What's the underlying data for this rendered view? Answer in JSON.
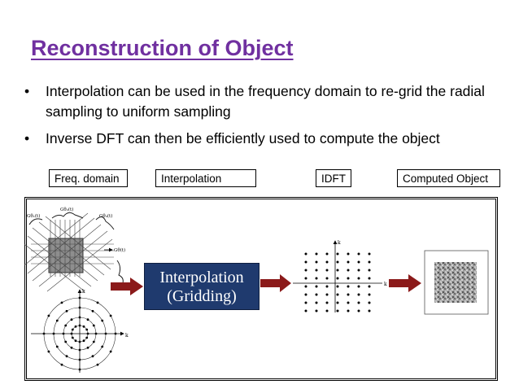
{
  "slide": {
    "title": "Reconstruction of  Object",
    "bullets": [
      "Interpolation can be used in the frequency domain to re-grid the radial sampling to uniform sampling",
      "Inverse DFT can then be efficiently used to compute the object"
    ],
    "bullet_glyph": "•"
  },
  "labels": {
    "freq": "Freq. domain",
    "interp": "Interpolation",
    "idft": "IDFT",
    "computed": "Computed Object"
  },
  "diagram": {
    "interp_line1": "Interpolation",
    "interp_line2": "(Gridding)",
    "radial_axis_x": "k",
    "radial_axis_y": "k",
    "grid_axis_x": "k",
    "grid_axis_y": "k",
    "proj_labels": [
      "Gθ₁(t)",
      "Gθ₂(t)",
      "Gθ₃(t)",
      "Gθ(t)"
    ],
    "colors": {
      "title": "#7030a0",
      "interp_box": "#1f3a6e",
      "arrow": "#8b1a1a"
    }
  }
}
